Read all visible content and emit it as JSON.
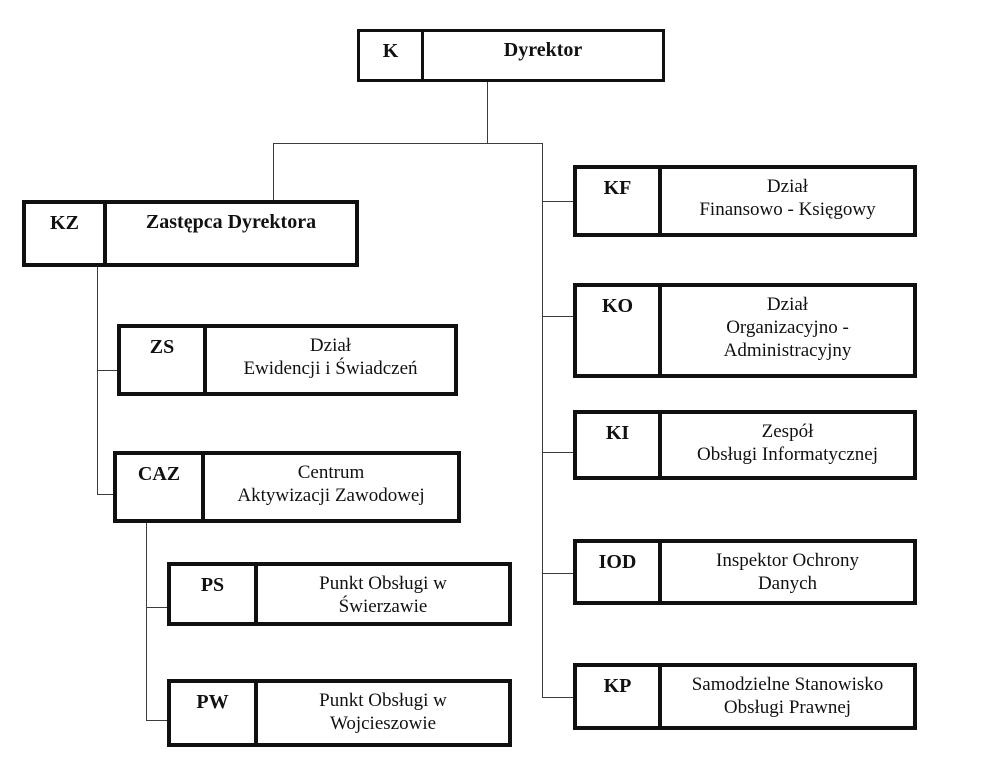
{
  "nodes": {
    "k": {
      "code": "K",
      "label": "Dyrektor"
    },
    "kz": {
      "code": "KZ",
      "label": "Zastępca Dyrektora"
    },
    "zs": {
      "code": "ZS",
      "label": "Dział\nEwidencji i Świadczeń"
    },
    "caz": {
      "code": "CAZ",
      "label": "Centrum\nAktywizacji Zawodowej"
    },
    "ps": {
      "code": "PS",
      "label": "Punkt Obsługi w\nŚwierzawie"
    },
    "pw": {
      "code": "PW",
      "label": "Punkt Obsługi w\nWojcieszowie"
    },
    "kf": {
      "code": "KF",
      "label": "Dział\nFinansowo - Księgowy"
    },
    "ko": {
      "code": "KO",
      "label": "Dział\nOrganizacyjno -\nAdministracyjny"
    },
    "ki": {
      "code": "KI",
      "label": "Zespół\nObsługi Informatycznej"
    },
    "iod": {
      "code": "IOD",
      "label": "Inspektor Ochrony\nDanych"
    },
    "kp": {
      "code": "KP",
      "label": "Samodzielne Stanowisko\nObsługi Prawnej"
    }
  },
  "colors": {
    "border": "#101010",
    "connector": "#3c3c3c",
    "background": "#ffffff"
  }
}
